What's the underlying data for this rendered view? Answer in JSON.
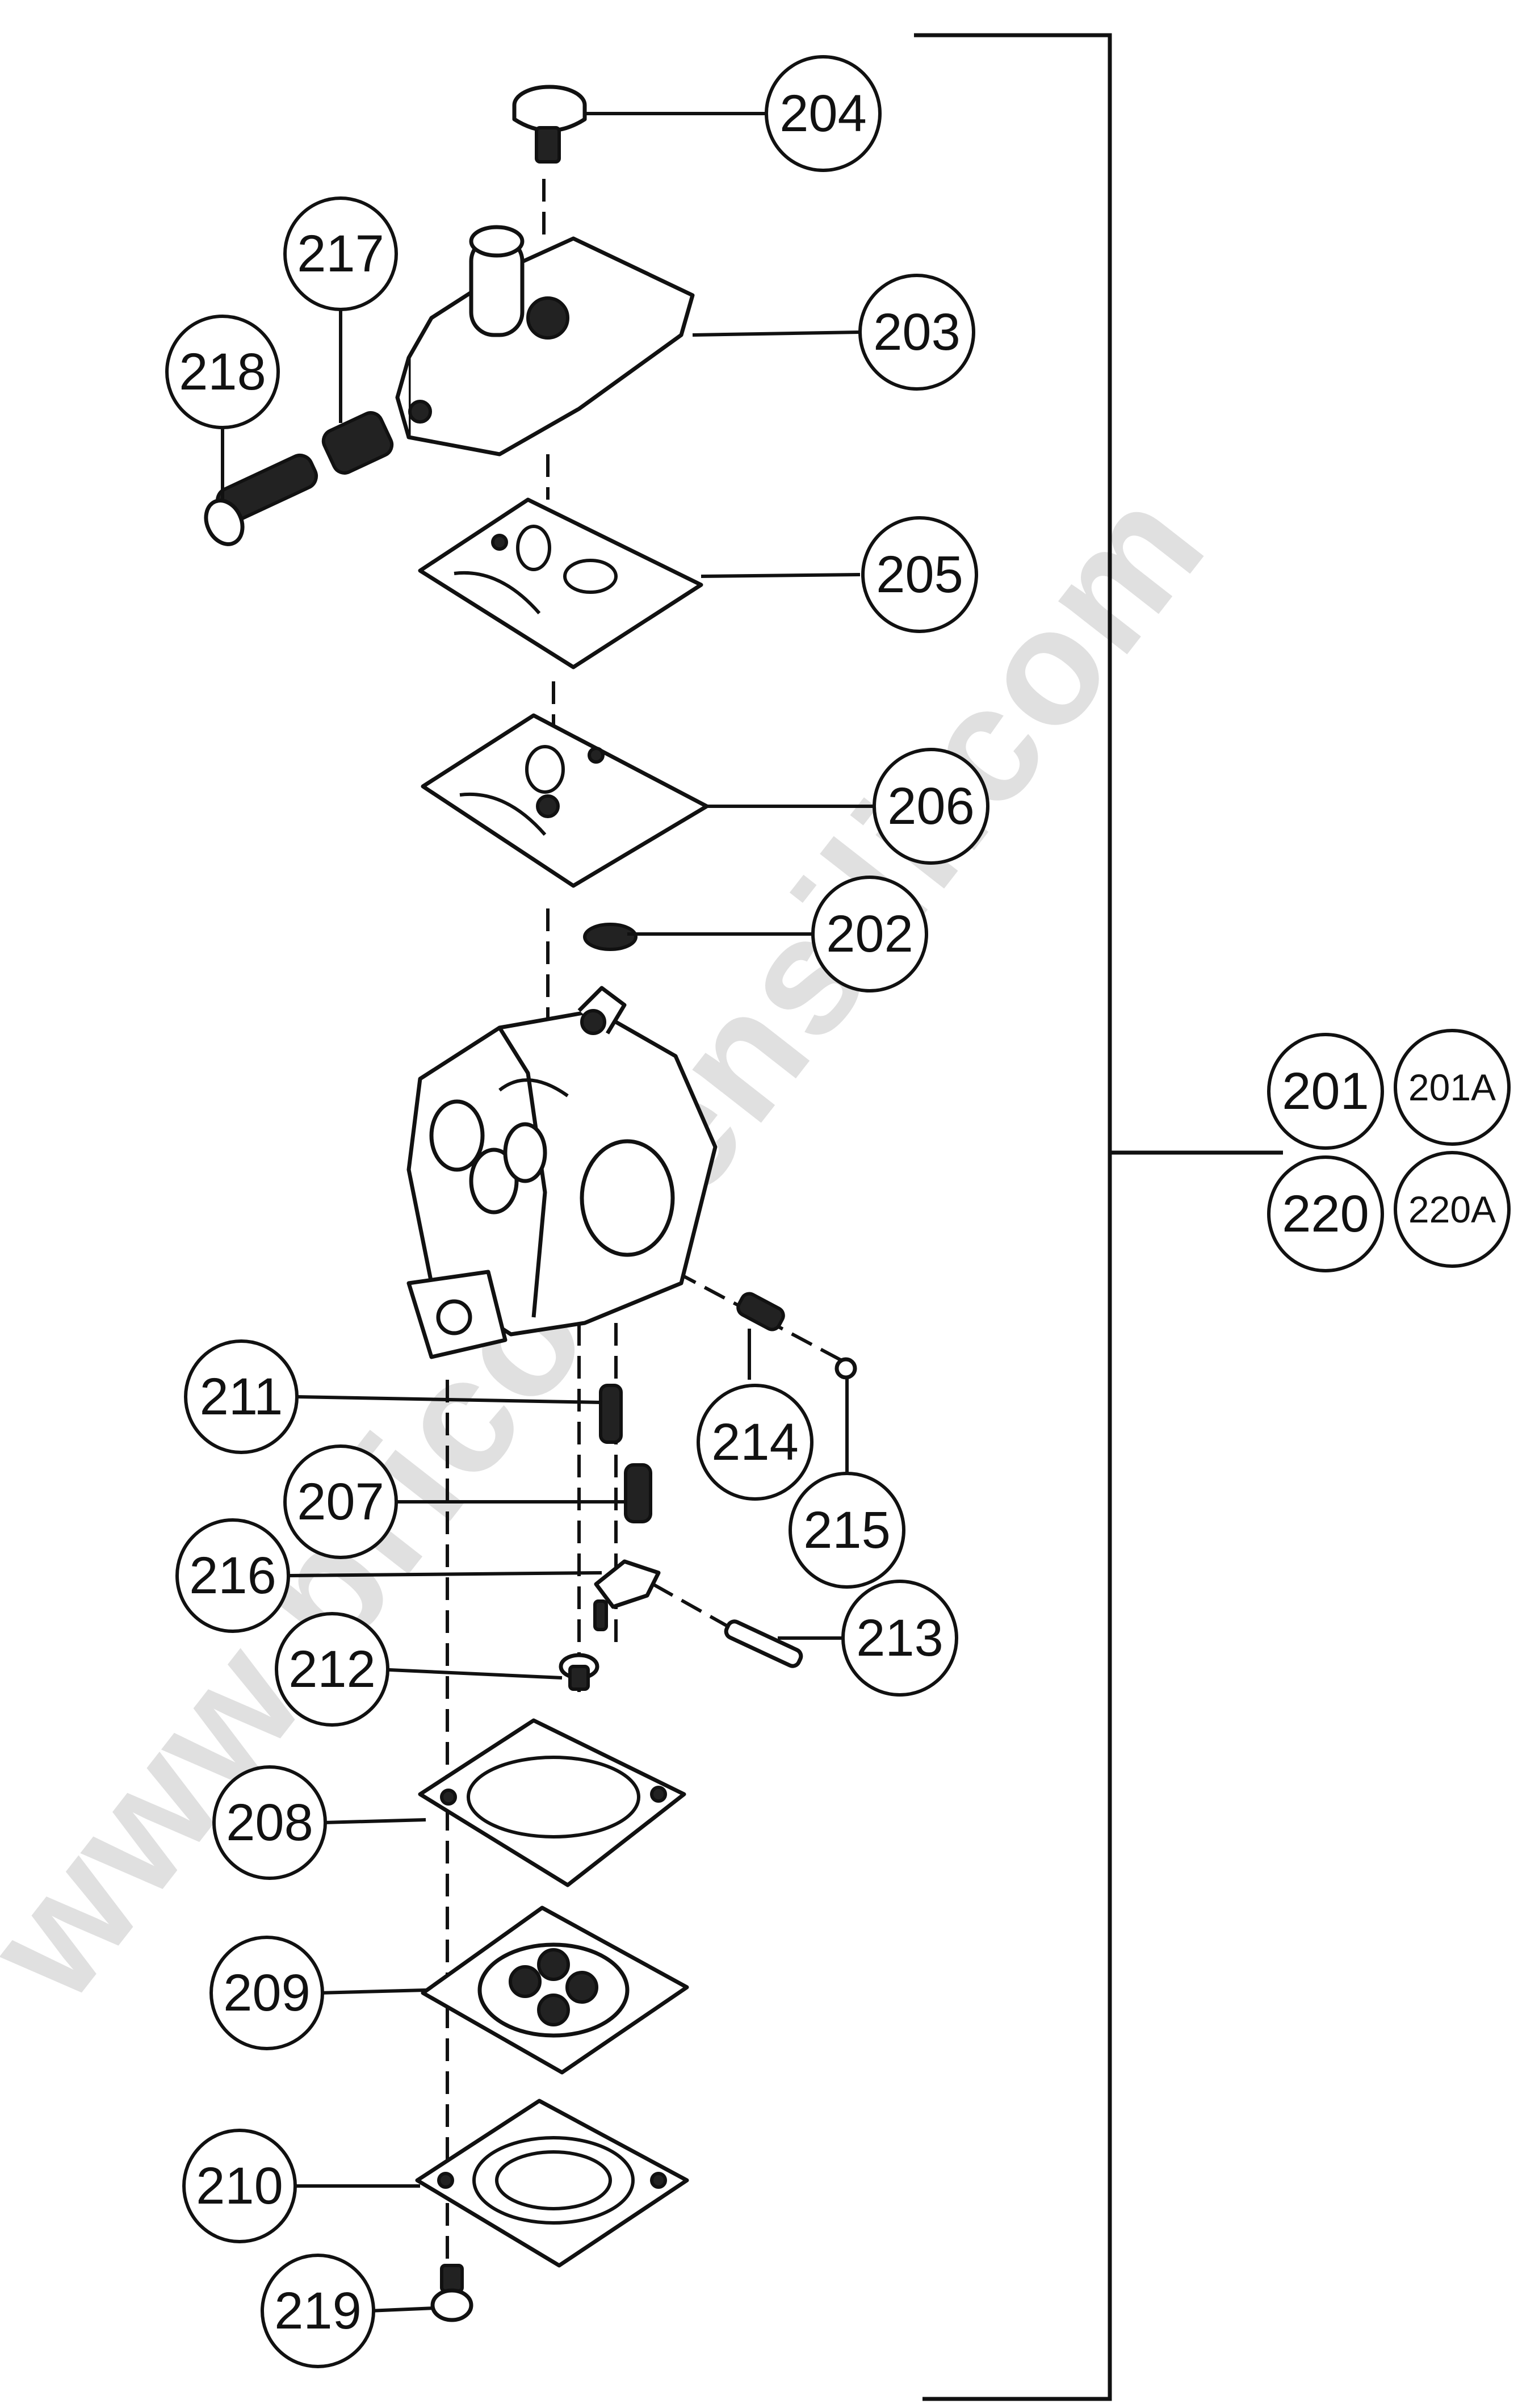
{
  "callouts": [
    {
      "id": "204",
      "label": "204"
    },
    {
      "id": "217",
      "label": "217"
    },
    {
      "id": "218",
      "label": "218"
    },
    {
      "id": "203",
      "label": "203"
    },
    {
      "id": "205",
      "label": "205"
    },
    {
      "id": "206",
      "label": "206"
    },
    {
      "id": "202",
      "label": "202"
    },
    {
      "id": "201",
      "label": "201"
    },
    {
      "id": "201A",
      "label": "201A"
    },
    {
      "id": "220",
      "label": "220"
    },
    {
      "id": "220A",
      "label": "220A"
    },
    {
      "id": "211",
      "label": "211"
    },
    {
      "id": "214",
      "label": "214"
    },
    {
      "id": "207",
      "label": "207"
    },
    {
      "id": "215",
      "label": "215"
    },
    {
      "id": "216",
      "label": "216"
    },
    {
      "id": "213",
      "label": "213"
    },
    {
      "id": "212",
      "label": "212"
    },
    {
      "id": "208",
      "label": "208"
    },
    {
      "id": "209",
      "label": "209"
    },
    {
      "id": "210",
      "label": "210"
    },
    {
      "id": "219",
      "label": "219"
    }
  ],
  "watermark": "www.bricoutensili.com"
}
